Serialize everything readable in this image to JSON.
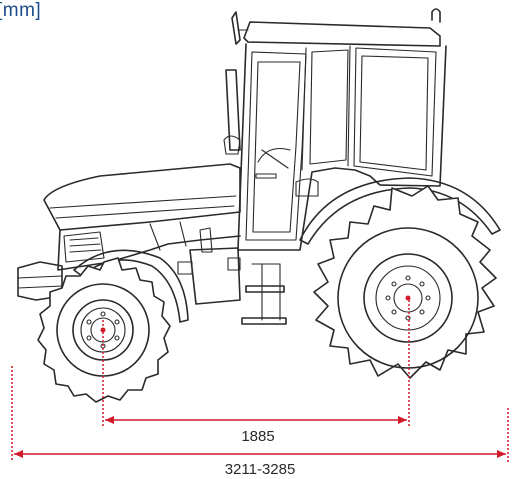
{
  "unit_label": "[mm]",
  "dimensions": {
    "wheelbase": "1885",
    "overall_length": "3211-3285"
  },
  "colors": {
    "unit_label": "#1b4d8a",
    "dimension_lines": "#d11a2a",
    "outline": "#2a2a2a"
  }
}
